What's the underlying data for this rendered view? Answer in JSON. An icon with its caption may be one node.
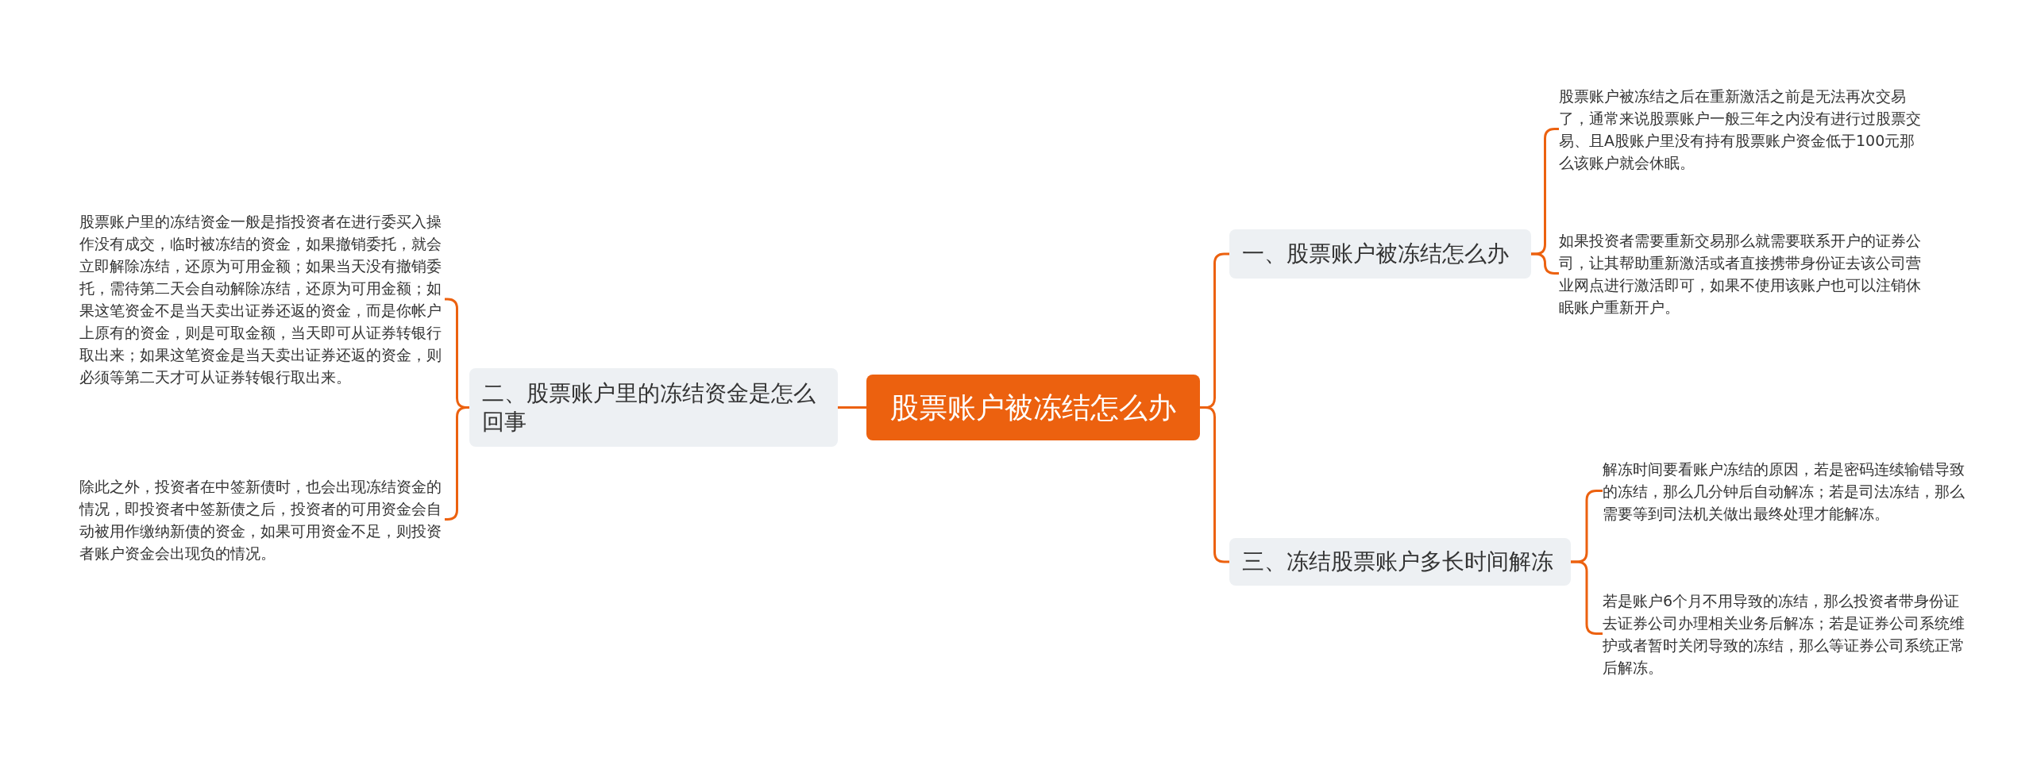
{
  "diagram": {
    "nodes": [
      {
        "text": [
          "股票账户被冻结怎么办"
        ]
      },
      {
        "text": [
          "一、股票账户被冻结怎么办"
        ]
      },
      {
        "text": [
          "股票账户被冻结之后在重新激活之前是无法再次交易了，通常来说股票账户一般三年之内没有进行过股票交易、且A股账户里没有持有股票账户资金低于100元那么该账户就会休眠。"
        ]
      },
      {
        "text": [
          "如果投资者需要重新交易那么就需要联系开户的证券公司，让其帮助重新激活或者直接携带身份证去该公司营业网点进行激活即可，如果不使用该账户也可以注销休眠账户重新开户。"
        ]
      },
      {
        "text": [
          "三、冻结股票账户多长时间解冻"
        ]
      },
      {
        "text": [
          "解冻时间要看账户冻结的原因，若是密码连续输错导致的冻结，那么几分钟后自动解冻；若是司法冻结，那么需要等到司法机关做出最终处理才能解冻。"
        ]
      },
      {
        "text": [
          "若是账户6个月不用导致的冻结，那么投资者带身份证去证券公司办理相关业务后解冻；若是证券公司系统维护或者暂时关闭导致的冻结，那么等证券公司系统正常后解冻。"
        ]
      },
      {
        "text": [
          "二、股票账户里的冻结资金是怎么回事"
        ]
      },
      {
        "text": [
          "股票账户里的冻结资金一般是指投资者在进行委买入操作没有成交，临时被冻结的资金，如果撤销委托，就会立即解除冻结，还原为可用金额；如果当天没有撤销委托，需待第二天会自动解除冻结，还原为可用金额；如果这笔资金不是当天卖出证券还返的资金，而是你帐户上原有的资金，则是可取金额，当天即可从证券转银行取出来；如果这笔资金是当天卖出证券还返的资金，则必须等第二天才可从证券转银行取出来。"
        ]
      },
      {
        "text": [
          "除此之外，投资者在中签新债时，也会出现冻结资金的情况，即投资者中签新债之后，投资者的可用资金会自动被用作缴纳新债的资金，如果可用资金不足，则投资者账户资金会出现负的情况。"
        ]
      }
    ],
    "edges": [
      {
        "from": 0,
        "to": 1,
        "arrow": "none"
      },
      {
        "from": 1,
        "to": 2,
        "arrow": "none"
      },
      {
        "from": 1,
        "to": 3,
        "arrow": "none"
      },
      {
        "from": 0,
        "to": 4,
        "arrow": "none"
      },
      {
        "from": 4,
        "to": 5,
        "arrow": "none"
      },
      {
        "from": 4,
        "to": 6,
        "arrow": "none"
      },
      {
        "from": 0,
        "to": 7,
        "arrow": "none"
      },
      {
        "from": 7,
        "to": 8,
        "arrow": "none"
      },
      {
        "from": 7,
        "to": 9,
        "arrow": "none"
      }
    ]
  }
}
